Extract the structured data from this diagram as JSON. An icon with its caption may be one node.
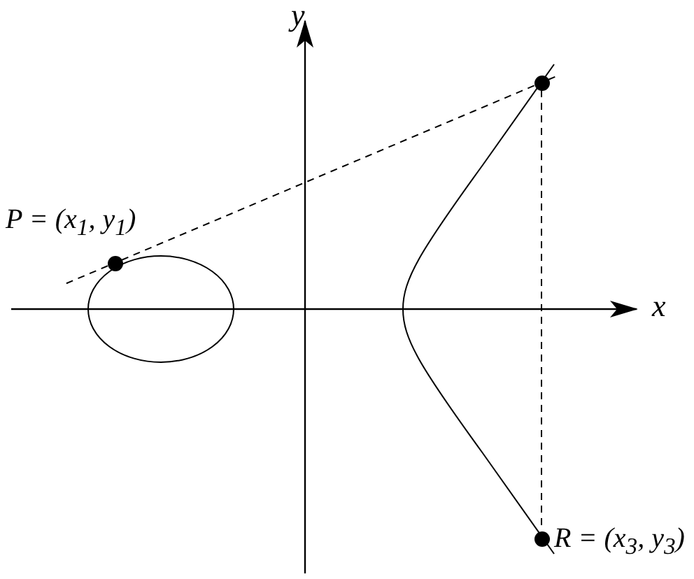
{
  "diagram": {
    "nodes": [
      {
        "text": [],
        "shape": "circle",
        "beside": [
          "P = (x$_{1}$, y$_{1}$)"
        ]
      },
      {
        "text": [],
        "shape": "circle"
      },
      {
        "text": [],
        "shape": "circle",
        "beside": [
          "R = (x$_{3}$, y$_{3}$)"
        ]
      }
    ],
    "edges": [
      {
        "from": 0,
        "to": 1,
        "arrow": "none",
        "style": "dashed"
      },
      {
        "from": 1,
        "to": 2,
        "arrow": "none",
        "style": "dashed"
      }
    ],
    "labels": [
      "y",
      "x"
    ]
  }
}
